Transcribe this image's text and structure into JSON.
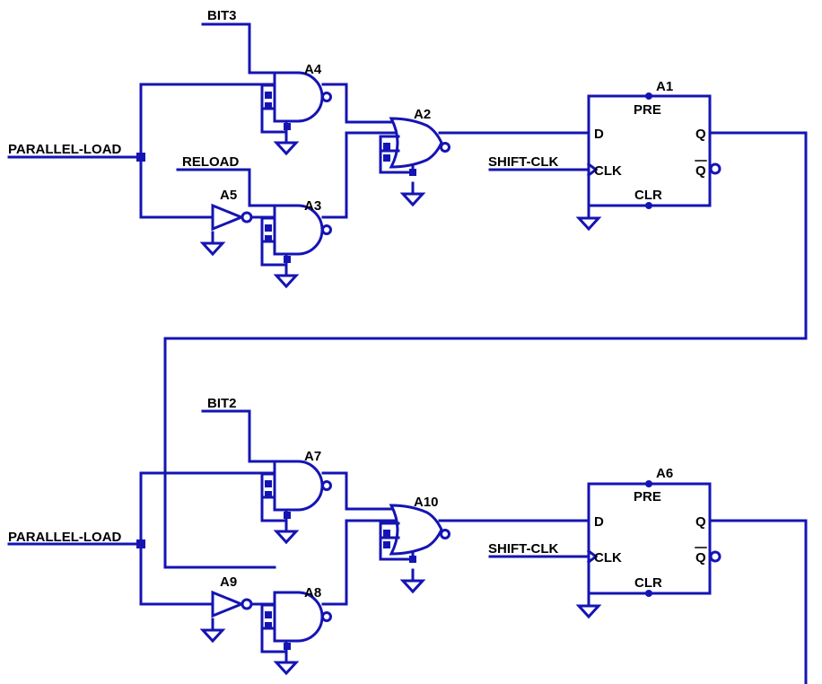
{
  "colors": {
    "wire": "#1414b4",
    "text": "#000000",
    "background": "#ffffff"
  },
  "stage1": {
    "input_bit": "BIT3",
    "parallel_load": "PARALLEL-LOAD",
    "reload": "RELOAD",
    "shift_clk": "SHIFT-CLK",
    "and_top": "A4",
    "and_bottom": "A3",
    "inverter": "A5",
    "or_gate": "A2",
    "flipflop": "A1"
  },
  "stage2": {
    "input_bit": "BIT2",
    "parallel_load": "PARALLEL-LOAD",
    "shift_clk": "SHIFT-CLK",
    "and_top": "A7",
    "and_bottom": "A8",
    "inverter": "A9",
    "or_gate": "A10",
    "flipflop": "A6"
  },
  "flipflop_pins": {
    "pre": "PRE",
    "clr": "CLR",
    "d": "D",
    "clk": "CLK",
    "q": "Q",
    "qbar": "Q"
  }
}
